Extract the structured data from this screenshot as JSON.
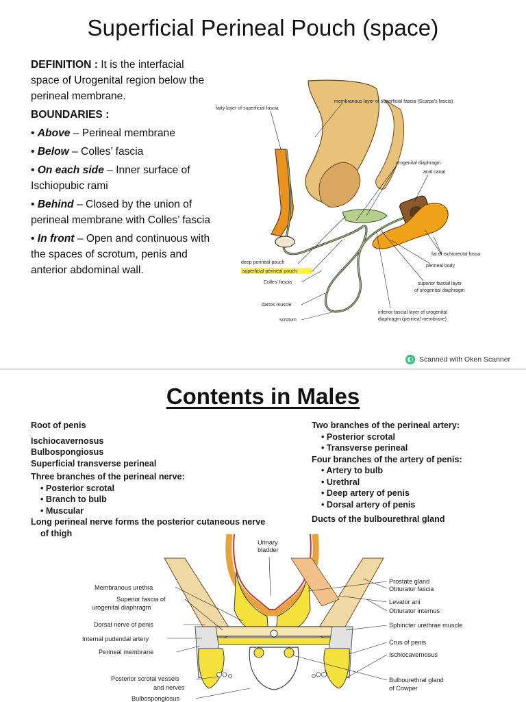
{
  "slide1": {
    "title": "Superficial Perineal Pouch (space)",
    "definition_label": "DEFINITION :",
    "definition_text": " It is the interfacial space of Urogenital region below the perineal membrane.",
    "boundaries_label": "BOUNDARIES :",
    "boundaries": [
      {
        "key": "Above",
        "value": " – Perineal membrane"
      },
      {
        "key": "Below",
        "value": " – Colles’ fascia"
      },
      {
        "key": "On each side",
        "value": " – Inner surface of Ischiopubic rami"
      },
      {
        "key": "Behind",
        "value": " – Closed by the union of perineal membrane with Colles’ fascia"
      },
      {
        "key": "In front",
        "value": " – Open and continuous with the spaces of scrotum, penis and anterior abdominal wall."
      }
    ],
    "diagram_labels": {
      "fatty_layer": "fatty layer of superficial fascia",
      "membranous_layer": "membranous layer of superficial fascia (Scarpa's fascia)",
      "urogenital_diaphragm": "urogenital diaphragm",
      "anal_canal": "anal canal",
      "fat_ischiorectal": "fat of ischiorectal fossa",
      "perineal_body": "perineal body",
      "superior_fascial_1": "superior fascial layer",
      "superior_fascial_2": "of urogenital diaphragm",
      "inferior_fascial_1": "inferior fascial layer of urogenital",
      "inferior_fascial_2": "diaphragm (perineal membrane)",
      "deep_pouch": "deep perineal pouch",
      "superficial_pouch": "superficial perineal pouch",
      "colles": "Colles' fascia",
      "dartos": "dartos muscle",
      "scrotum": "scrotum"
    }
  },
  "scanner": {
    "text": "Scanned with Oken Scanner"
  },
  "slide2": {
    "title": "Contents in Males",
    "left": [
      "Root of penis",
      "Ischiocavernosus",
      "Bulbospongiosus",
      "Superficial transverse perineal",
      "Three branches of the perineal nerve:",
      "Posterior scrotal",
      "Branch to bulb",
      "Muscular",
      "Long perineal nerve forms the posterior cutaneous nerve",
      "of thigh"
    ],
    "right": [
      "Two branches of the perineal artery:",
      "Posterior scrotal",
      "Transverse perineal",
      "Four branches of the artery of penis:",
      "Artery to bulb",
      "Urethral",
      "Deep artery of penis",
      "Dorsal artery of penis",
      "Ducts of the bulbourethral gland"
    ],
    "diagram_labels": {
      "urinary_1": "Urinary",
      "urinary_2": "bladder",
      "membranous_urethra": "Membranous urethra",
      "superior_fascia_1": "Superior fascia of",
      "superior_fascia_2": "urogenital diaphragm",
      "dorsal_nerve": "Dorsal nerve of penis",
      "internal_pudendal": "Internal pudendal artery",
      "perineal_membrane": "Perineal membrane",
      "post_scrotal_1": "Posterior scrotal vessels",
      "post_scrotal_2": "and nerves",
      "bulbospongiosus": "Bulbospongiosus",
      "prostate": "Prostate gland",
      "obturator_fascia": "Obturator fascia",
      "levator_ani": "Levator ani",
      "obturator_internus": "Obturator internus",
      "sphincter": "Sphincter urethrae muscle",
      "crus": "Crus of penis",
      "ischiocavernosus": "Ischiocavernosus",
      "bulbourethral_1": "Bulbourethral gland",
      "bulbourethral_2": "of Cowper"
    }
  }
}
